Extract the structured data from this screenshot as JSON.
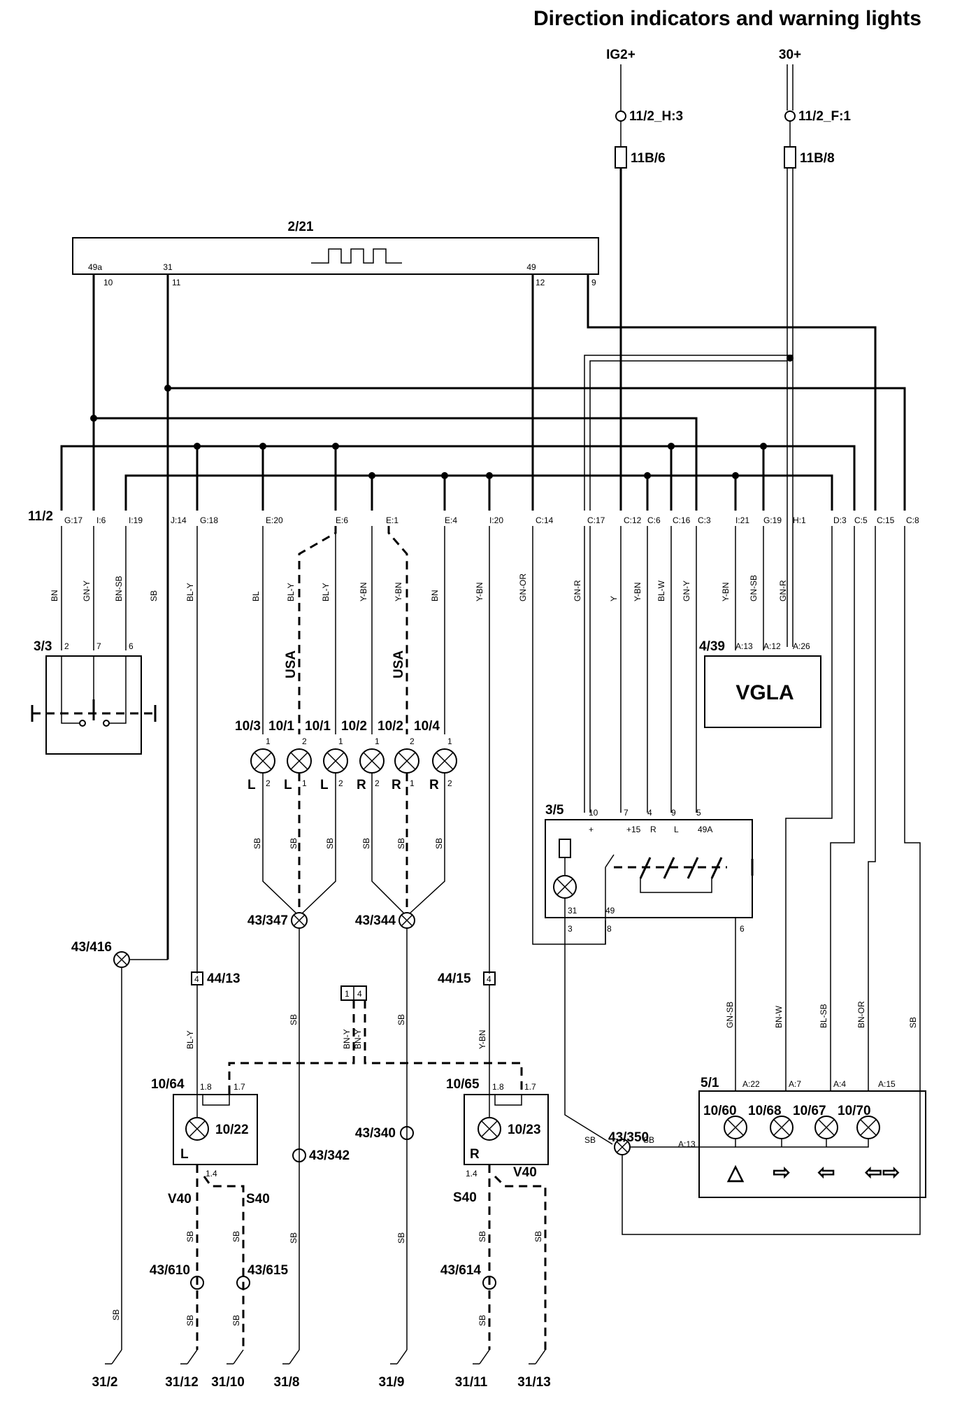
{
  "title": "Direction indicators and warning lights",
  "supplies": {
    "ig2": "IG2+",
    "b30": "30+"
  },
  "fuses": {
    "ig_conn": "11/2_H:3",
    "b30_conn": "11/2_F:1",
    "ig_fuse": "11B/6",
    "b30_fuse": "11B/8"
  },
  "module_2_21": {
    "id": "2/21",
    "pins": [
      {
        "name": "49a",
        "num": "10"
      },
      {
        "name": "31",
        "num": "11"
      },
      {
        "name": "49",
        "num": "12"
      },
      {
        "name": "",
        "num": "9"
      }
    ]
  },
  "connector_11_2": {
    "id": "11/2",
    "pins": [
      "G:17",
      "I:6",
      "I:19",
      "J:14",
      "G:18",
      "E:20",
      "E:6",
      "E:1",
      "E:4",
      "I:20",
      "C:14",
      "C:17",
      "C:12",
      "C:6",
      "C:16",
      "C:3",
      "I:21",
      "G:19",
      "H:1",
      "D:3",
      "C:5",
      "C:15",
      "C:8"
    ],
    "colors": [
      "BN",
      "GN-Y",
      "BN-SB",
      "SB",
      "BL-Y",
      "BL",
      "BL-Y",
      "BL-Y",
      "Y-BN",
      "Y-BN",
      "BN",
      "Y-BN",
      "GN-OR",
      "GN-R",
      "Y",
      "Y-BN",
      "BL-W",
      "GN-Y",
      "Y-BN",
      "GN-SB",
      "GN-R"
    ]
  },
  "switch_3_3": {
    "id": "3/3",
    "pins": [
      "2",
      "7",
      "6"
    ]
  },
  "vgla": {
    "id": "4/39",
    "label": "VGLA",
    "pins": [
      "A:13",
      "A:12",
      "A:26"
    ]
  },
  "usa_label": "USA",
  "lamps": [
    {
      "id": "10/3",
      "side": "L"
    },
    {
      "id": "10/1",
      "side": "L"
    },
    {
      "id": "10/1",
      "side": "L"
    },
    {
      "id": "10/2",
      "side": "R"
    },
    {
      "id": "10/2",
      "side": "R"
    },
    {
      "id": "10/4",
      "side": "R"
    }
  ],
  "lamp_pins": {
    "top": "1",
    "bottom": "2",
    "usa_top": "2",
    "usa_bottom": "1"
  },
  "sb": "SB",
  "grounds": {
    "g347": "43/347",
    "g344": "43/344",
    "g416": "43/416",
    "g342": "43/342",
    "g340": "43/340",
    "g350": "43/350",
    "g610": "43/610",
    "g615": "43/615",
    "g614": "43/614"
  },
  "relay_3_5": {
    "id": "3/5",
    "pins_top": [
      "10",
      "7",
      "4",
      "9",
      "5"
    ],
    "inner": [
      "+15",
      "R",
      "L",
      "49A",
      "+"
    ],
    "pins_bottom": [
      "31",
      "49"
    ],
    "pins_out": [
      "3",
      "8",
      "6"
    ]
  },
  "conn_44_13": {
    "id": "44/13",
    "pin": "4"
  },
  "conn_44_15": {
    "id": "44/15",
    "pin": "4"
  },
  "conn_mid": {
    "p1": "1",
    "p2": "4",
    "c1": "BN-Y",
    "c2": "BN-Y"
  },
  "side_left": {
    "id": "10/64",
    "lamp": "10/22",
    "side": "L",
    "p1": "1.8",
    "p2": "1.7",
    "p3": "1.4",
    "wire": "BL-Y"
  },
  "side_right": {
    "id": "10/65",
    "lamp": "10/23",
    "side": "R",
    "p1": "1.8",
    "p2": "1.7",
    "p3": "1.4",
    "wire": "Y-BN"
  },
  "variants": {
    "v40": "V40",
    "s40": "S40"
  },
  "cluster_5_1": {
    "id": "5/1",
    "pins": [
      "A:22",
      "A:7",
      "A:4",
      "A:15",
      "A:13"
    ],
    "wires": [
      "GN-SB",
      "BN-W",
      "BL-SB",
      "BN-OR"
    ],
    "lamps": [
      "10/60",
      "10/68",
      "10/67",
      "10/70"
    ],
    "symbols": [
      "△",
      "⇨",
      "⇦",
      "⇦⇨"
    ]
  },
  "right_sb": "SB",
  "ground_points": [
    "31/2",
    "31/12",
    "31/10",
    "31/8",
    "31/9",
    "31/11",
    "31/13"
  ]
}
